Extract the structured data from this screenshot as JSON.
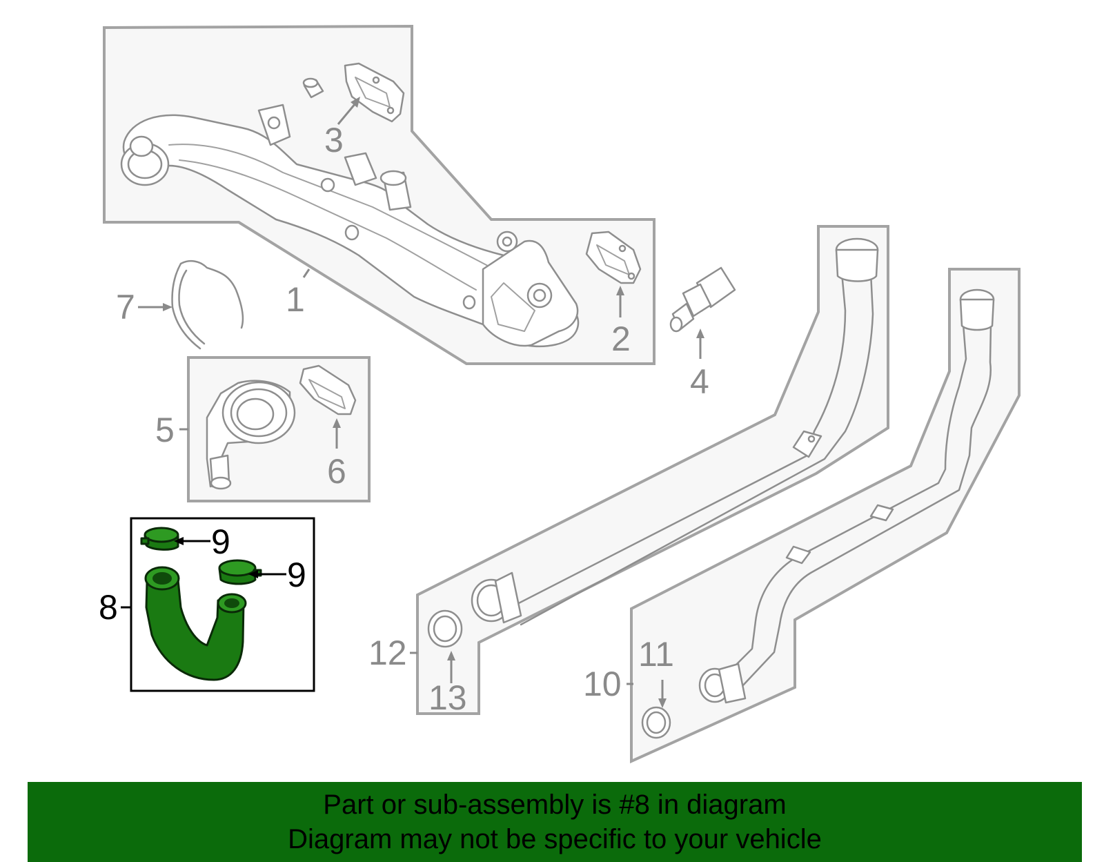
{
  "callouts": {
    "c1": "1",
    "c2": "2",
    "c3": "3",
    "c4": "4",
    "c5": "5",
    "c6": "6",
    "c7": "7",
    "c8": "8",
    "c9a": "9",
    "c9b": "9",
    "c10": "10",
    "c11": "11",
    "c12": "12",
    "c13": "13"
  },
  "selected_part": "8",
  "colors": {
    "highlight": "#1a7a12",
    "banner": "#0b6b0b",
    "outline": "#a3a3a3"
  },
  "banner": {
    "line1": "Part or sub-assembly is #8 in diagram",
    "line2": "Diagram may not be specific to your vehicle"
  }
}
